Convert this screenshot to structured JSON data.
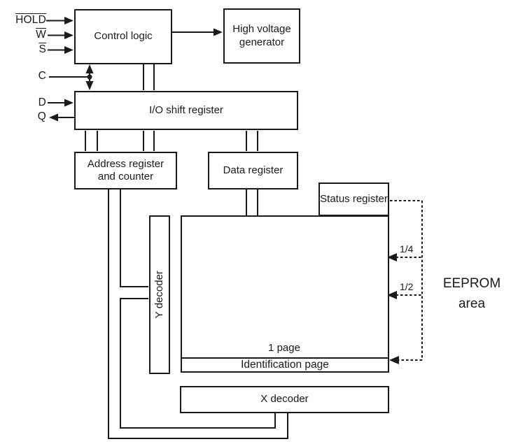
{
  "signals": {
    "hold": "HOLD",
    "w": "W",
    "s": "S",
    "c": "C",
    "d": "D",
    "q": "Q"
  },
  "blocks": {
    "control_logic": "Control logic",
    "high_voltage_generator": "High voltage generator",
    "io_shift_register": "I/O shift register",
    "address_register": "Address register and counter",
    "data_register": "Data register",
    "status_register": "Status register",
    "y_decoder": "Y decoder",
    "x_decoder": "X decoder",
    "memory_array": {
      "identification_page": "Identification page"
    }
  },
  "annotations": {
    "quarter": "1/4",
    "half": "1/2",
    "one_page": "1 page",
    "eeprom_area": "EEPROM area"
  },
  "colors": {
    "ink": "#1a1a1a",
    "background": "#ffffff"
  }
}
